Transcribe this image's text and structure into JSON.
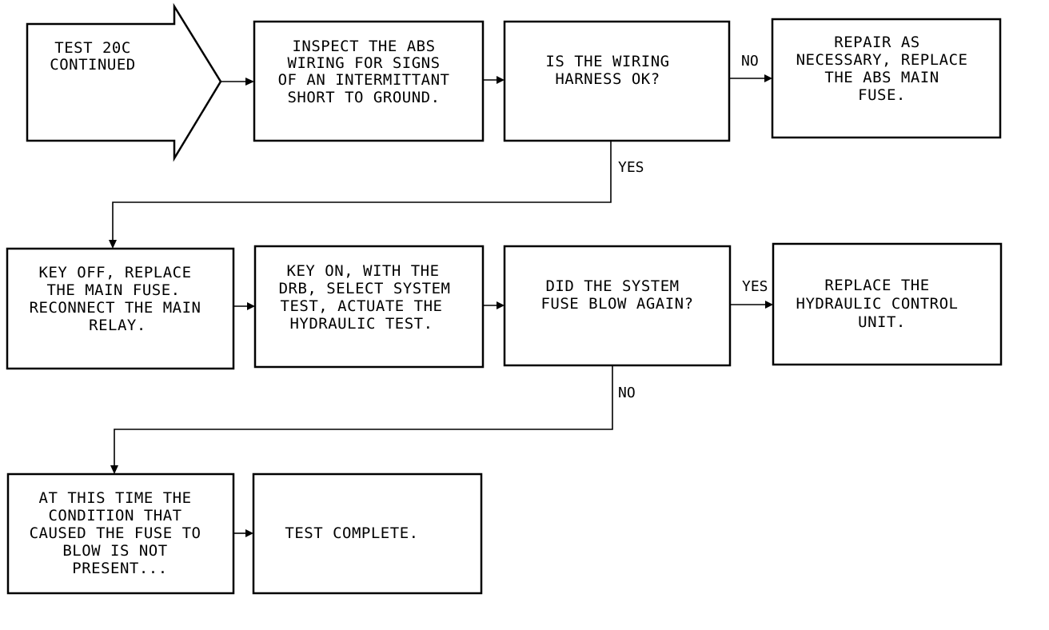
{
  "nodes": {
    "start": {
      "lines": [
        "TEST 20C",
        "CONTINUED"
      ]
    },
    "inspect": {
      "lines": [
        "INSPECT THE ABS",
        "WIRING FOR SIGNS",
        "OF AN INTERMITTANT",
        "SHORT TO GROUND."
      ]
    },
    "q_wiring": {
      "lines": [
        "IS THE WIRING",
        "HARNESS OK?"
      ]
    },
    "repair": {
      "lines": [
        "REPAIR AS",
        "NECESSARY, REPLACE",
        "THE ABS MAIN",
        "FUSE."
      ]
    },
    "key_off": {
      "lines": [
        "KEY OFF, REPLACE",
        "THE MAIN FUSE.",
        "RECONNECT THE MAIN",
        "RELAY."
      ]
    },
    "key_on": {
      "lines": [
        "KEY ON, WITH THE",
        "DRB, SELECT SYSTEM",
        "TEST, ACTUATE THE",
        "HYDRAULIC TEST."
      ]
    },
    "q_fuse": {
      "lines": [
        "DID THE SYSTEM",
        "FUSE BLOW AGAIN?"
      ]
    },
    "replace_hcu": {
      "lines": [
        "REPLACE THE",
        "HYDRAULIC CONTROL",
        "UNIT."
      ]
    },
    "condition": {
      "lines": [
        "AT THIS TIME THE",
        "CONDITION THAT",
        "CAUSED THE FUSE TO",
        "BLOW IS NOT",
        "PRESENT..."
      ]
    },
    "complete": {
      "lines": [
        "TEST COMPLETE."
      ]
    }
  },
  "edges": [
    {
      "id": "start-to-inspect",
      "from": "start",
      "to": "inspect",
      "label": ""
    },
    {
      "id": "inspect-to-qwiring",
      "from": "inspect",
      "to": "q_wiring",
      "label": ""
    },
    {
      "id": "qwiring-no-repair",
      "from": "q_wiring",
      "to": "repair",
      "label": "NO"
    },
    {
      "id": "qwiring-yes-keyoff",
      "from": "q_wiring",
      "to": "key_off",
      "label": "YES"
    },
    {
      "id": "keyoff-to-keyon",
      "from": "key_off",
      "to": "key_on",
      "label": ""
    },
    {
      "id": "keyon-to-qfuse",
      "from": "key_on",
      "to": "q_fuse",
      "label": ""
    },
    {
      "id": "qfuse-yes-replace",
      "from": "q_fuse",
      "to": "replace_hcu",
      "label": "YES"
    },
    {
      "id": "qfuse-no-condition",
      "from": "q_fuse",
      "to": "condition",
      "label": "NO"
    },
    {
      "id": "condition-to-complete",
      "from": "condition",
      "to": "complete",
      "label": ""
    }
  ]
}
